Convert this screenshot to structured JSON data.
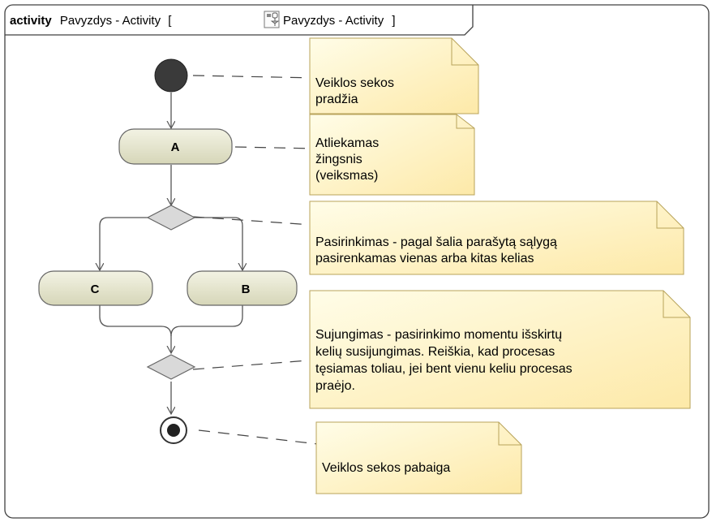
{
  "frame": {
    "keyword": "activity",
    "name": "Pavyzdys - Activity",
    "bracket_open": "[",
    "bracket_close": "]",
    "ref_name": "Pavyzdys - Activity",
    "ref_icon": "activity-diagram-icon"
  },
  "actions": {
    "a": "A",
    "b": "B",
    "c": "C"
  },
  "notes": {
    "initial": [
      "Veiklos sekos",
      "pradžia"
    ],
    "action": [
      "Atliekamas",
      "žingsnis",
      "(veiksmas)"
    ],
    "decision": [
      "Pasirinkimas - pagal šalia parašytą sąlygą",
      "pasirenkamas vienas arba kitas kelias"
    ],
    "merge": [
      "Sujungimas - pasirinkimo momentu išskirtų",
      "kelių susijungimas. Reiškia, kad procesas",
      "tęsiamas toliau, jei bent vienu keliu procesas",
      "praėjo."
    ],
    "final": [
      "Veiklos sekos pabaiga"
    ]
  },
  "colors": {
    "action_fill_top": "#f3f3e4",
    "action_fill_bottom": "#d6d6b8",
    "note_fill_top": "#fffde8",
    "note_fill_bottom": "#fde9a8",
    "note_border": "#b8a35a",
    "node_stroke": "#555555",
    "diamond_fill": "#d9d9d9"
  }
}
